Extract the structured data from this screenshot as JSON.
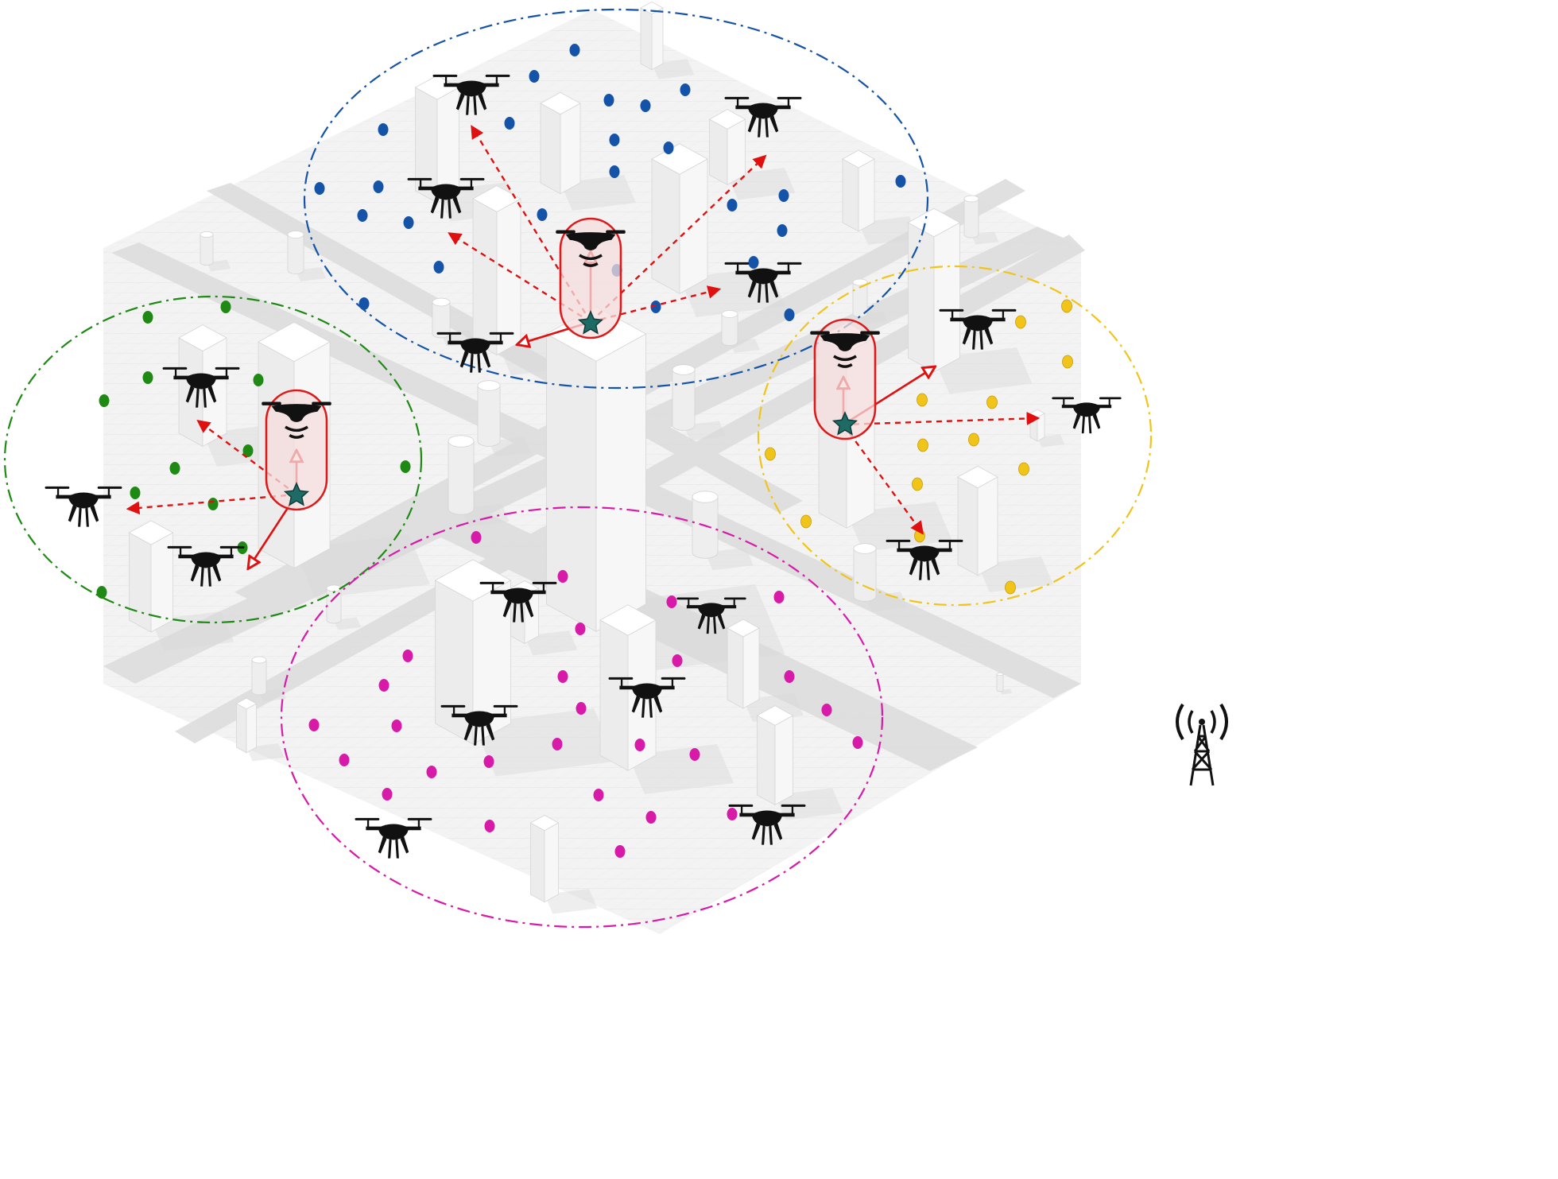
{
  "figure": {
    "description_text": ""
  },
  "colors": {
    "ground": "#f2f2f2",
    "grid": "#e3e3e3",
    "road": "#dcdcdc",
    "building_top": "#ffffff",
    "building_left": "#ececec",
    "building_right": "#f7f7f7",
    "uav": "#111111",
    "link": "#e01010",
    "star": "#1e6b66",
    "cluster_blue": "#1453a8",
    "cluster_green": "#1e8a14",
    "cluster_yellow": "#f0c419",
    "cluster_magenta": "#d81aa8"
  },
  "clusters": [
    {
      "id": "blue",
      "color_key": "cluster_blue",
      "has_hub": true
    },
    {
      "id": "green",
      "color_key": "cluster_green",
      "has_hub": true
    },
    {
      "id": "yellow",
      "color_key": "cluster_yellow",
      "has_hub": true
    },
    {
      "id": "magenta",
      "color_key": "cluster_magenta",
      "has_hub": false
    }
  ],
  "icons": {
    "uav": "quadcopter-drone-icon",
    "hub": "drone-hub-star-icon",
    "base_station": "cell-tower-icon",
    "user": "ground-user-dot"
  }
}
